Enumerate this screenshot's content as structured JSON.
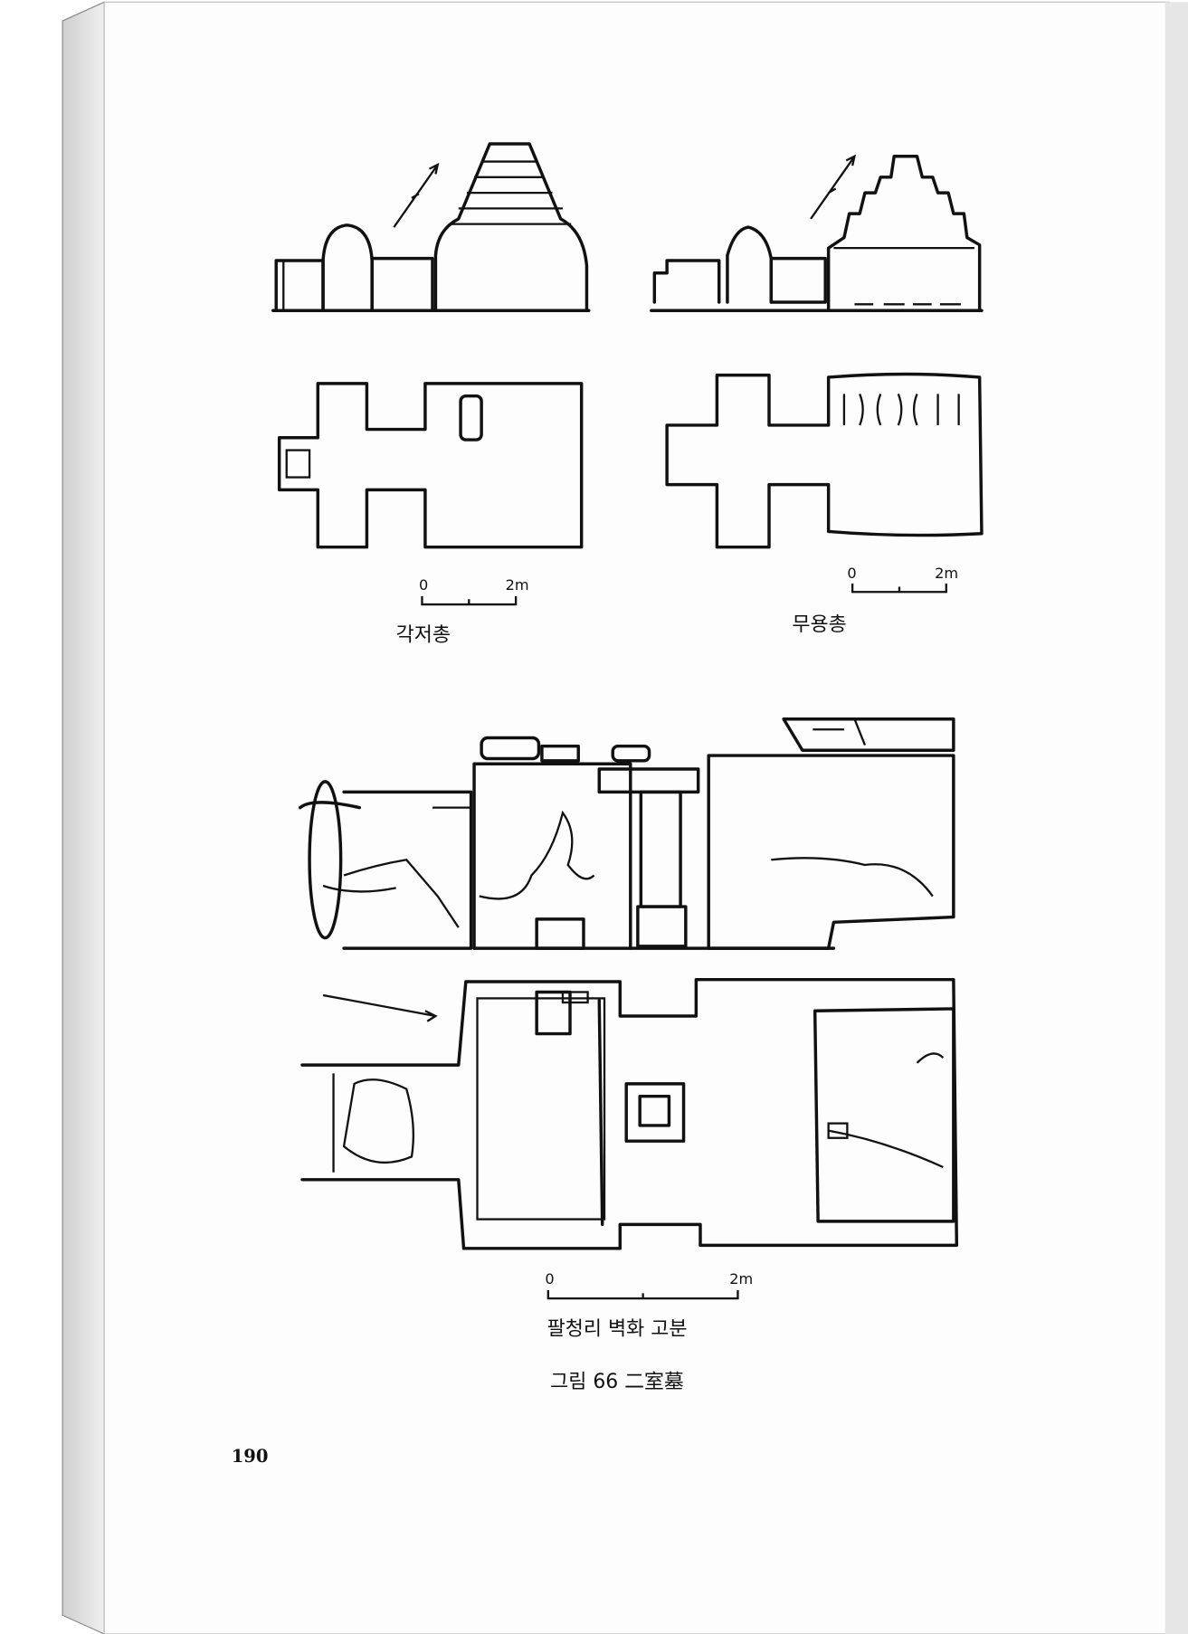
{
  "page": {
    "page_number": "190",
    "figures": {
      "left_tomb": {
        "label": "각저총",
        "scale_start": "0",
        "scale_end": "2m"
      },
      "right_tomb": {
        "label": "무용총",
        "scale_start": "0",
        "scale_end": "2m"
      },
      "bottom_tomb": {
        "label": "팔청리 벽화 고분",
        "scale_start": "0",
        "scale_end": "2m"
      }
    },
    "caption": "그림 66 二室墓"
  }
}
